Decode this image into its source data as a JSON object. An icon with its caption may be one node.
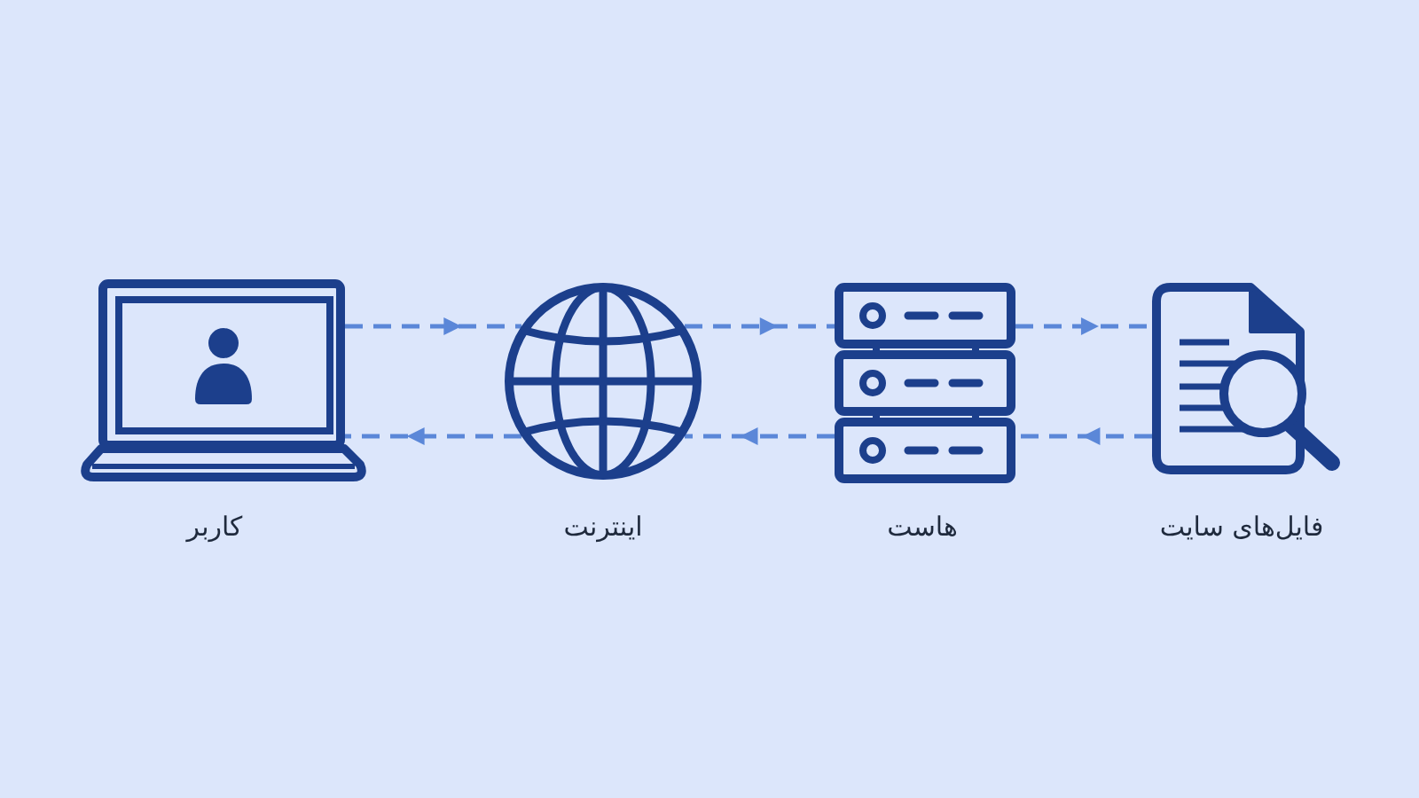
{
  "diagram": {
    "nodes": [
      {
        "text": [
          "کاربر"
        ]
      },
      {
        "text": [
          "اینترنت"
        ]
      },
      {
        "text": [
          "هاست"
        ]
      },
      {
        "text": [
          "فایل‌های سایت"
        ]
      }
    ],
    "edges": [
      {
        "from": 0,
        "to": 1,
        "arrow": "to",
        "style": "dashed"
      },
      {
        "from": 1,
        "to": 0,
        "arrow": "to",
        "style": "dashed"
      },
      {
        "from": 1,
        "to": 2,
        "arrow": "to",
        "style": "dashed"
      },
      {
        "from": 2,
        "to": 1,
        "arrow": "to",
        "style": "dashed"
      },
      {
        "from": 2,
        "to": 3,
        "arrow": "to",
        "style": "dashed"
      },
      {
        "from": 3,
        "to": 2,
        "arrow": "to",
        "style": "dashed"
      }
    ]
  }
}
